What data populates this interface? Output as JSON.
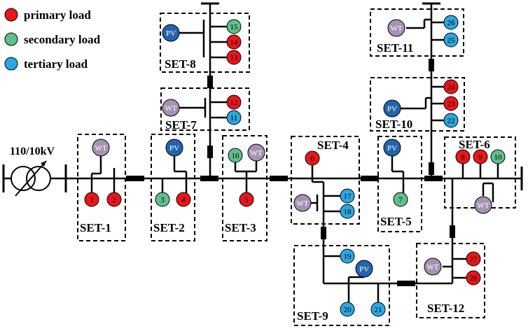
{
  "colors": {
    "primary": "#e8161b",
    "secondary": "#5fbf8a",
    "tertiary": "#2ba7e0",
    "pv": "#2463ae",
    "wt": "#a593b3"
  },
  "legend": [
    {
      "label": "primary load",
      "type": "primary"
    },
    {
      "label": "secondary load",
      "type": "secondary"
    },
    {
      "label": "tertiary load",
      "type": "tertiary"
    }
  ],
  "substation": {
    "label": "110/10kV"
  },
  "sets": [
    {
      "id": "set-1",
      "label": "SET-1"
    },
    {
      "id": "set-2",
      "label": "SET-2"
    },
    {
      "id": "set-3",
      "label": "SET-3"
    },
    {
      "id": "set-4",
      "label": "SET-4"
    },
    {
      "id": "set-5",
      "label": "SET-5"
    },
    {
      "id": "set-6",
      "label": "SET-6"
    },
    {
      "id": "set-7",
      "label": "SET-7"
    },
    {
      "id": "set-8",
      "label": "SET-8"
    },
    {
      "id": "set-9",
      "label": "SET-9"
    },
    {
      "id": "set-10",
      "label": "SET-10"
    },
    {
      "id": "set-11",
      "label": "SET-11"
    },
    {
      "id": "set-12",
      "label": "SET-12"
    }
  ],
  "loads": [
    {
      "id": "1",
      "type": "primary"
    },
    {
      "id": "2",
      "type": "primary"
    },
    {
      "id": "3",
      "type": "secondary"
    },
    {
      "id": "4",
      "type": "primary"
    },
    {
      "id": "5",
      "type": "primary"
    },
    {
      "id": "6",
      "type": "primary"
    },
    {
      "id": "7",
      "type": "secondary"
    },
    {
      "id": "8",
      "type": "primary"
    },
    {
      "id": "9",
      "type": "primary"
    },
    {
      "id": "10",
      "type": "secondary"
    },
    {
      "id": "11",
      "type": "tertiary"
    },
    {
      "id": "12",
      "type": "primary"
    },
    {
      "id": "13",
      "type": "primary"
    },
    {
      "id": "14",
      "type": "primary"
    },
    {
      "id": "15",
      "type": "secondary"
    },
    {
      "id": "16",
      "type": "secondary"
    },
    {
      "id": "17",
      "type": "tertiary"
    },
    {
      "id": "18",
      "type": "tertiary"
    },
    {
      "id": "19",
      "type": "tertiary"
    },
    {
      "id": "20",
      "type": "tertiary"
    },
    {
      "id": "21",
      "type": "tertiary"
    },
    {
      "id": "22",
      "type": "tertiary"
    },
    {
      "id": "23",
      "type": "primary"
    },
    {
      "id": "24",
      "type": "primary"
    },
    {
      "id": "25",
      "type": "tertiary"
    },
    {
      "id": "26",
      "type": "tertiary"
    },
    {
      "id": "27",
      "type": "primary"
    },
    {
      "id": "28",
      "type": "primary"
    }
  ],
  "sources": [
    {
      "id": "wt-1",
      "label": "WT",
      "type": "wt"
    },
    {
      "id": "pv-2",
      "label": "PV",
      "type": "pv"
    },
    {
      "id": "wt-3",
      "label": "WT",
      "type": "wt"
    },
    {
      "id": "wt-4",
      "label": "WT",
      "type": "wt"
    },
    {
      "id": "pv-5",
      "label": "PV",
      "type": "pv"
    },
    {
      "id": "wt-6",
      "label": "WT",
      "type": "wt"
    },
    {
      "id": "wt-7",
      "label": "WT",
      "type": "wt"
    },
    {
      "id": "pv-8",
      "label": "PV",
      "type": "pv"
    },
    {
      "id": "pv-9",
      "label": "PV",
      "type": "pv"
    },
    {
      "id": "pv-10",
      "label": "PV",
      "type": "pv"
    },
    {
      "id": "wt-11",
      "label": "WT",
      "type": "wt"
    },
    {
      "id": "wt-12",
      "label": "WT",
      "type": "wt"
    }
  ]
}
